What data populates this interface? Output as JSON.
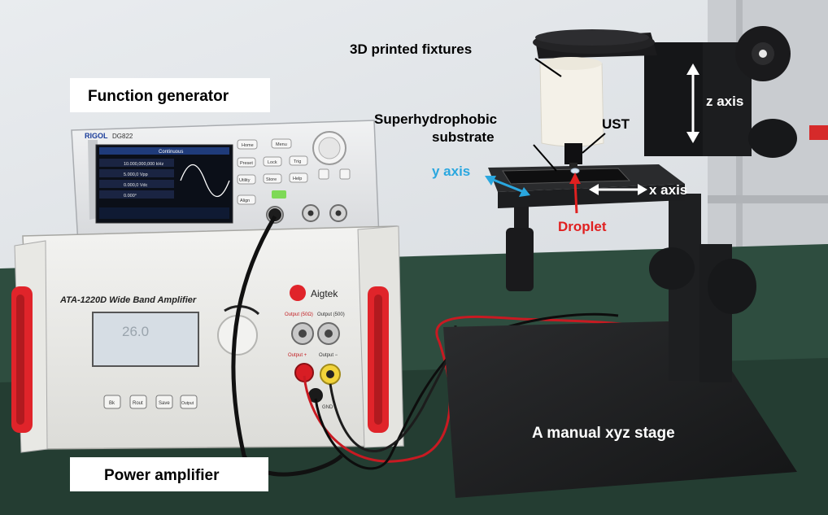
{
  "labels": {
    "fixtures": "3D printed fixtures",
    "function_generator": "Function generator",
    "substrate_line1": "Superhydrophobic",
    "substrate_line2": "substrate",
    "ust": "UST",
    "z_axis": "z axis",
    "y_axis": "y axis",
    "x_axis": "x axis",
    "droplet": "Droplet",
    "stage": "A manual xyz stage",
    "power_amplifier": "Power amplifier"
  },
  "generator": {
    "brand": "RIGOL",
    "model": "DG822",
    "mode": "Continuous",
    "readouts": [
      "10.000,000,000 kHz",
      "5.000,0 Vpp",
      "0.000,0 Vdc",
      "0.000°"
    ],
    "buttons": [
      "Home",
      "Menu",
      "Preset",
      "Lock",
      "Trig",
      "Utility",
      "Store",
      "Help",
      "Align"
    ]
  },
  "amplifier": {
    "model": "ATA-1220D Wide Band Amplifier",
    "brand": "Aigtek",
    "display_value": "26.0",
    "output_50": "Output (50Ω)",
    "output_500": "Output (500)",
    "output_plus": "Output +",
    "output_minus": "Output −",
    "gnd": "GND",
    "buttons": [
      "Bk",
      "Rout",
      "Save",
      "Output"
    ]
  },
  "colors": {
    "label_text": "#000000",
    "y_axis": "#2aa7df",
    "droplet": "#e02020",
    "arrow_white": "#ffffff",
    "handle_red": "#e0242a"
  }
}
